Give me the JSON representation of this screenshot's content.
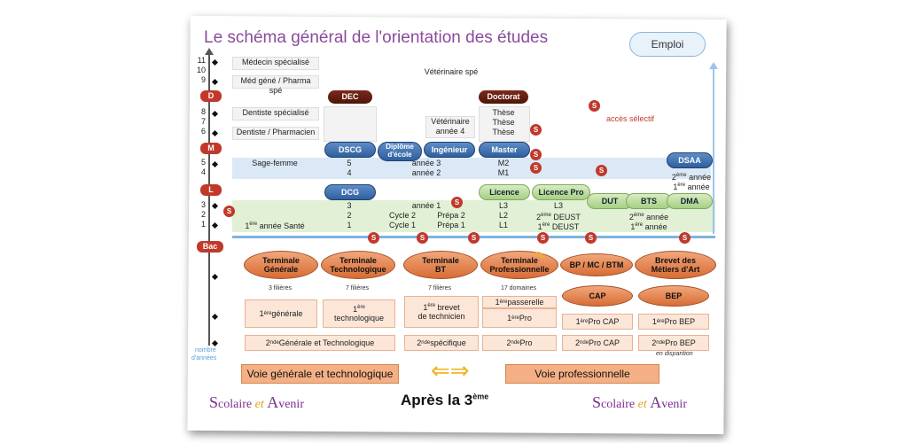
{
  "title": "Le schéma général de l'orientation des études",
  "cloud_label": "Emploi",
  "legend_selective": "accès sélectif",
  "s_mark": "S",
  "axis": {
    "numbers": [
      "11",
      "10",
      "9",
      "8",
      "7",
      "6",
      "5",
      "4",
      "3",
      "2",
      "1"
    ],
    "tags": [
      "D",
      "M",
      "L",
      "Bac"
    ],
    "caption_line1": "nombre",
    "caption_line2": "d'années"
  },
  "sante": {
    "medecin": "Médecin spécialisé",
    "med_gene": "Méd géné / Pharma spé",
    "dentiste_spe": "Dentiste spécialisé",
    "dentiste_pharma": "Dentiste / Pharmacien",
    "sage_femme": "Sage-femme",
    "annee1_sup": "ère",
    "annee1_pre": "1",
    "annee1_post": " année Santé"
  },
  "veterinaire": {
    "spe": "Vétérinaire spé",
    "vet": "Vétérinaire",
    "annee4": "année 4"
  },
  "dec": {
    "label": "DEC"
  },
  "dscg": {
    "label": "DSCG",
    "y5": "5",
    "y4": "4"
  },
  "dcg": {
    "label": "DCG",
    "y3": "3",
    "y2": "2",
    "y1": "1"
  },
  "ecole": {
    "diplome": "Diplôme d'école",
    "ingenieur": "Ingénieur",
    "annee3": "année 3",
    "annee2": "année 2",
    "annee1": "année 1",
    "cycle2": "Cycle 2",
    "cycle1": "Cycle 1",
    "prepa2": "Prépa 2",
    "prepa1": "Prépa 1"
  },
  "doctorat": {
    "label": "Doctorat",
    "these1": "Thèse",
    "these2": "Thèse",
    "these3": "Thèse"
  },
  "master": {
    "label": "Master",
    "m2": "M2",
    "m1": "M1"
  },
  "licence": {
    "label": "Licence",
    "l3": "L3",
    "l2": "L2",
    "l1": "L1"
  },
  "licence_pro": {
    "label": "Licence Pro",
    "l3": "L3",
    "deust2_pre": "2",
    "deust2_sup": "ème",
    "deust2_post": " DEUST",
    "deust1_pre": "1",
    "deust1_sup": "ère",
    "deust1_post": " DEUST"
  },
  "dsaa": {
    "label": "DSAA",
    "a2_pre": "2",
    "a2_sup": "ème",
    "a2_post": " année",
    "a1_pre": "1",
    "a1_sup": "ère",
    "a1_post": " année"
  },
  "bts_row": {
    "dut": "DUT",
    "bts": "BTS",
    "dma": "DMA",
    "a2_pre": "2",
    "a2_sup": "ème",
    "a2_post": " année",
    "a1_pre": "1",
    "a1_sup": "ère",
    "a1_post": " année"
  },
  "terminales": [
    {
      "line1": "Terminale",
      "line2": "Générale",
      "note": "3 filières"
    },
    {
      "line1": "Terminale",
      "line2": "Technologique",
      "note": "7 filières"
    },
    {
      "line1": "Terminale",
      "line2": "BT",
      "note": "7 filières"
    },
    {
      "line1": "Terminale",
      "line2": "Professionnelle",
      "note": "17 domaines"
    }
  ],
  "bp": "BP / MC / BTM",
  "brevet_metiers": {
    "line1": "Brevet des",
    "line2": "Métiers d'Art"
  },
  "cap": "CAP",
  "bep": "BEP",
  "lycee": {
    "premiere_gen_pre": "1",
    "premiere_gen_sup": "ère",
    "premiere_gen_post": " générale",
    "premiere_techno_sup": "ère",
    "premiere_techno_pre": "1",
    "premiere_techno_line2": "technologique",
    "brevet_pre": "1",
    "brevet_sup": "ère",
    "brevet_post": " brevet",
    "brevet_line2": "de technicien",
    "passerelle_pre": "1",
    "passerelle_sup": "ère",
    "passerelle_post": " passerelle",
    "premiere_pro_pre": "1",
    "premiere_pro_sup": "ère",
    "premiere_pro_post": " Pro",
    "pro_cap_pre": "1",
    "pro_cap_sup": "ère",
    "pro_cap_post": " Pro CAP",
    "pro_bep_pre": "1",
    "pro_bep_sup": "ère",
    "pro_bep_post": " Pro BEP",
    "seconde_gt_pre": "2",
    "seconde_gt_sup": "nde",
    "seconde_gt_post": " Générale et Technologique",
    "seconde_spe_pre": "2",
    "seconde_spe_sup": "nde",
    "seconde_spe_post": " spécifique",
    "seconde_pro_pre": "2",
    "seconde_pro_sup": "nde",
    "seconde_pro_post": " Pro",
    "seconde_pro_cap_pre": "2",
    "seconde_pro_cap_sup": "nde",
    "seconde_pro_cap_post": " Pro CAP",
    "seconde_pro_bep_pre": "2",
    "seconde_pro_bep_sup": "nde",
    "seconde_pro_bep_post": " Pro BEP",
    "en_disparition": "en disparition"
  },
  "voies": {
    "generale": "Voie générale et technologique",
    "pro": "Voie professionnelle"
  },
  "apres": {
    "text": "Après la 3",
    "sup": "ème"
  },
  "brand": {
    "s": "S",
    "colaire": "colaire",
    "et": "et",
    "a": "A",
    "venir": "venir"
  },
  "colors": {
    "title": "#8b4a9c",
    "red": "#c0392b",
    "blue": "#2f5f9e",
    "orange": "#f4b084"
  }
}
